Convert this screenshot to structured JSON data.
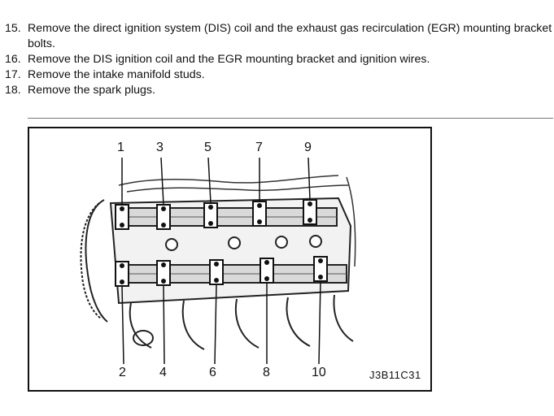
{
  "steps": [
    {
      "num": "15.",
      "text": "Remove the direct ignition system (DIS) coil and the exhaust gas recirculation (EGR) mounting bracket bolts."
    },
    {
      "num": "16.",
      "text": "Remove the DIS ignition coil and the EGR mounting bracket and ignition wires."
    },
    {
      "num": "17.",
      "text": "Remove the intake manifold studs."
    },
    {
      "num": "18.",
      "text": "Remove the spark plugs."
    }
  ],
  "figure": {
    "callouts_top": [
      "1",
      "3",
      "5",
      "7",
      "9"
    ],
    "callouts_bottom": [
      "2",
      "4",
      "6",
      "8",
      "10"
    ],
    "code": "J3B11C31"
  }
}
